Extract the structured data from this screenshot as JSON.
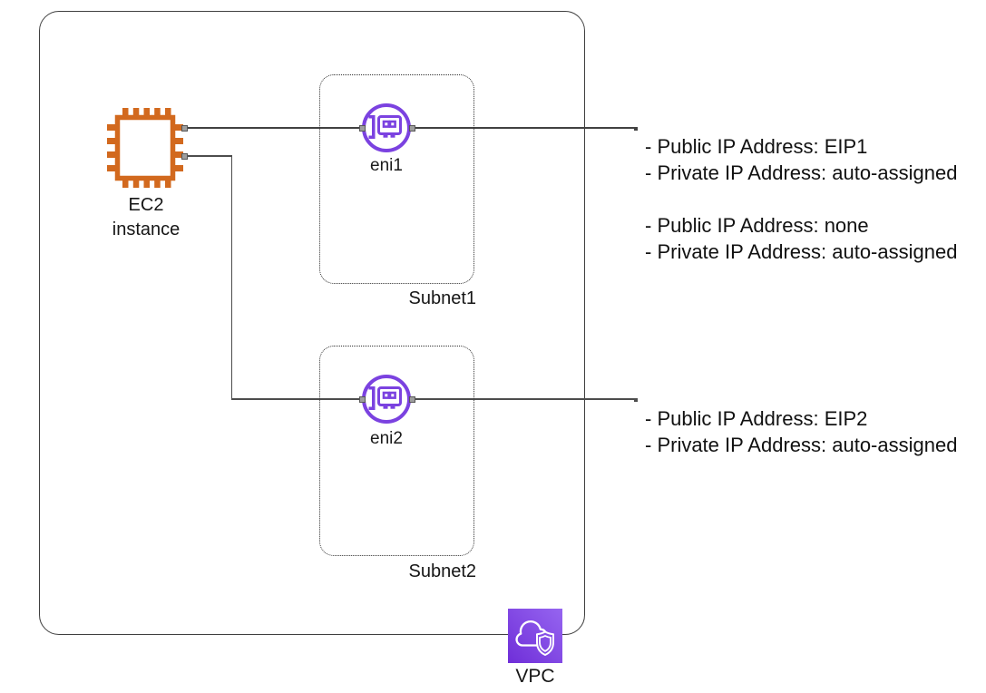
{
  "diagram": {
    "nodes": {
      "ec2": {
        "label_line1": "EC2",
        "label_line2": "instance"
      },
      "eni1": {
        "label": "eni1"
      },
      "eni2": {
        "label": "eni2"
      },
      "subnet1": {
        "label": "Subnet1"
      },
      "subnet2": {
        "label": "Subnet2"
      },
      "vpc": {
        "label": "VPC"
      }
    },
    "annotations": {
      "eni1_block": [
        "- Public IP Address: EIP1",
        "- Private IP Address: auto-assigned"
      ],
      "eni1_block2": [
        "- Public IP Address: none",
        "- Private IP Address: auto-assigned"
      ],
      "eni2_block": [
        "- Public IP Address: EIP2",
        "- Private IP Address: auto-assigned"
      ]
    },
    "colors": {
      "ec2_orange": "#D2691E",
      "eni_purple": "#7B42E0",
      "vpc_gradient_start": "#6F2ED8",
      "vpc_gradient_end": "#9665F0",
      "connector_line": "#424242",
      "elbow_line": "#4D4D4D",
      "text": "#1A1A1A"
    }
  }
}
